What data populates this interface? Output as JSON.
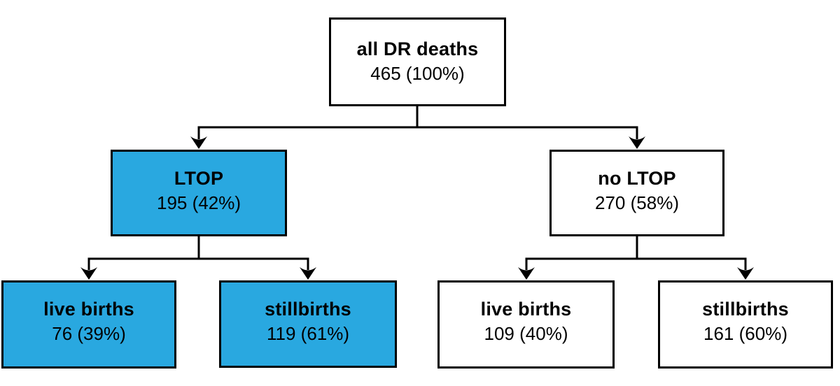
{
  "diagram": {
    "type": "flowchart-tree",
    "description": "Tree diagram of DR deaths split by LTOP status and birth outcome",
    "colors": {
      "highlight_fill": "#29A8E0",
      "default_fill": "#FFFFFF",
      "border_and_lines": "#000000",
      "background": "#FFFFFF"
    },
    "nodes": {
      "root": {
        "label": "all DR deaths",
        "value": "465 (100%)",
        "highlighted": false
      },
      "ltop": {
        "label": "LTOP",
        "value": "195 (42%)",
        "highlighted": true
      },
      "no_ltop": {
        "label": "no LTOP",
        "value": "270 (58%)",
        "highlighted": false
      },
      "ltop_live": {
        "label": "live births",
        "value": "76 (39%)",
        "highlighted": true
      },
      "ltop_still": {
        "label": "stillbirths",
        "value": "119 (61%)",
        "highlighted": true
      },
      "no_ltop_live": {
        "label": "live births",
        "value": "109 (40%)",
        "highlighted": false
      },
      "no_ltop_still": {
        "label": "stillbirths",
        "value": "161 (60%)",
        "highlighted": false
      }
    },
    "edges": [
      {
        "from": "root",
        "to": "ltop"
      },
      {
        "from": "root",
        "to": "no_ltop"
      },
      {
        "from": "ltop",
        "to": "ltop_live"
      },
      {
        "from": "ltop",
        "to": "ltop_still"
      },
      {
        "from": "no_ltop",
        "to": "no_ltop_live"
      },
      {
        "from": "no_ltop",
        "to": "no_ltop_still"
      }
    ]
  }
}
